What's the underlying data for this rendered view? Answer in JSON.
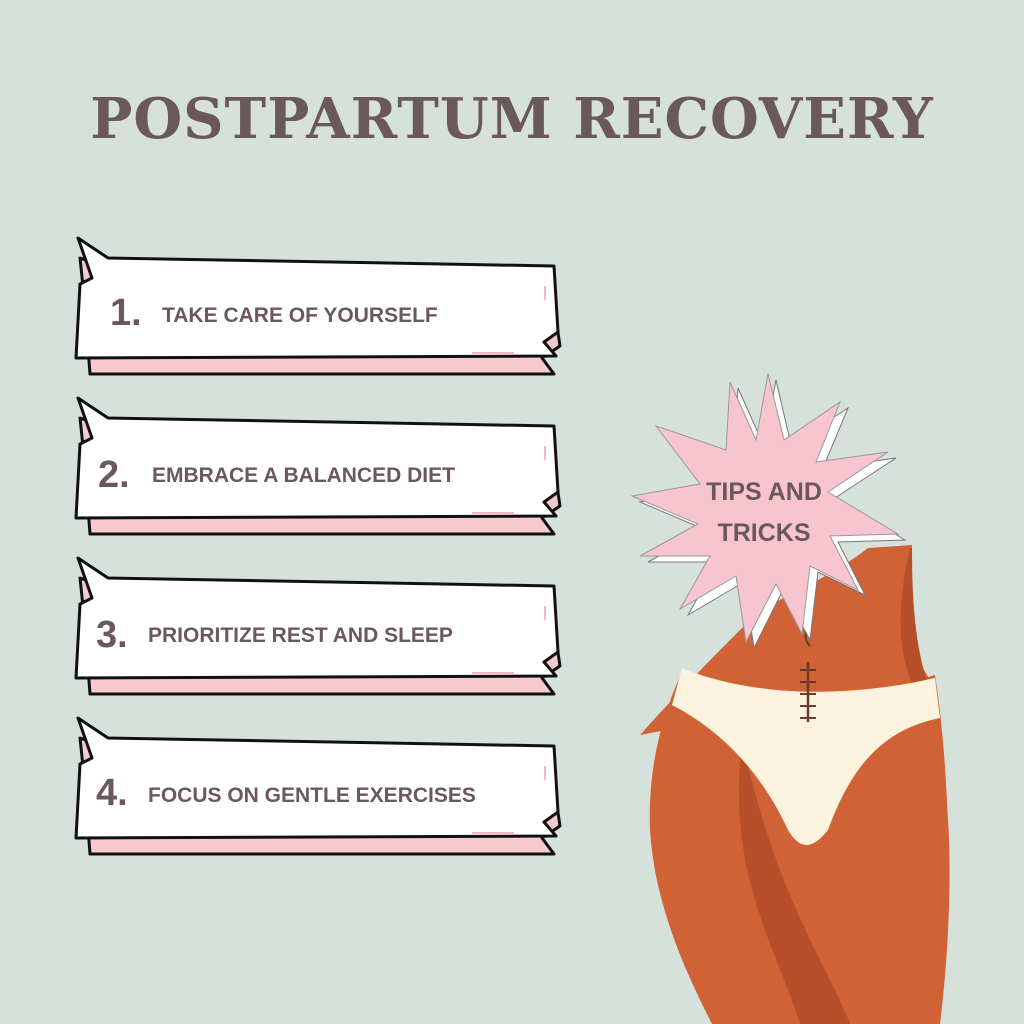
{
  "title": "POSTPARTUM RECOVERY",
  "tips": [
    {
      "number": "1.",
      "text": "TAKE CARE OF YOURSELF"
    },
    {
      "number": "2.",
      "text": "EMBRACE A BALANCED DIET"
    },
    {
      "number": "3.",
      "text": "PRIORITIZE REST AND SLEEP"
    },
    {
      "number": "4.",
      "text": "FOCUS ON GENTLE EXERCISES"
    }
  ],
  "badge": {
    "line1": "TIPS AND",
    "line2": "TRICKS"
  },
  "colors": {
    "background": "#d6e1db",
    "text": "#6b585b",
    "card_shadow": "#f7c9cf",
    "burst": "#f8c4cf",
    "skin": "#d06235",
    "underwear": "#fbf3dd"
  }
}
